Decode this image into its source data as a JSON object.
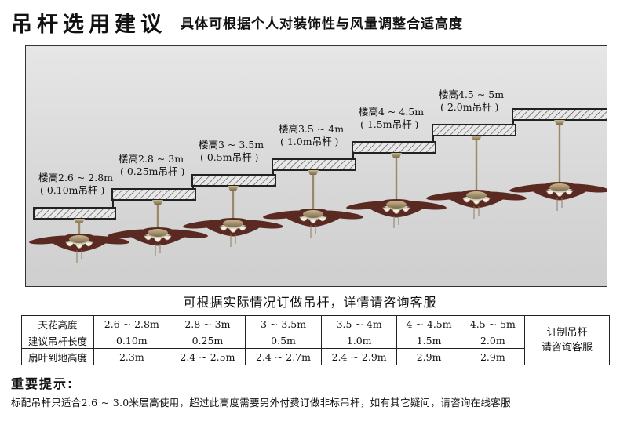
{
  "header": {
    "title": "吊杆选用建议",
    "subtitle": "具体可根据个人对装饰性与风量调整合适高度"
  },
  "steps": [
    {
      "floor": "楼高2.6 ~ 2.8m",
      "rod": "( 0.10m吊杆 )"
    },
    {
      "floor": "楼高2.8 ~ 3m",
      "rod": "( 0.25m吊杆 )"
    },
    {
      "floor": "楼高3 ~ 3.5m",
      "rod": "( 0.5m吊杆 )"
    },
    {
      "floor": "楼高3.5 ~ 4m",
      "rod": "( 1.0m吊杆 )"
    },
    {
      "floor": "楼高4 ~ 4.5m",
      "rod": "( 1.5m吊杆 )"
    },
    {
      "floor": "楼高4.5 ~ 5m",
      "rod": "( 2.0m吊杆 )"
    }
  ],
  "mid_text": "可根据实际情况订做吊杆，详情请咨询客服",
  "table": {
    "rows": [
      {
        "label": "天花高度",
        "cells": [
          "2.6 ~ 2.8m",
          "2.8 ~ 3m",
          "3 ~ 3.5m",
          "3.5 ~ 4m",
          "4 ~ 4.5m",
          "4.5 ~ 5m"
        ]
      },
      {
        "label": "建议吊杆长度",
        "cells": [
          "0.10m",
          "0.25m",
          "0.5m",
          "1.0m",
          "1.5m",
          "2.0m"
        ]
      },
      {
        "label": "扇叶到地高度",
        "cells": [
          "2.3m",
          "2.4 ~ 2.5m",
          "2.4 ~ 2.7m",
          "2.4 ~ 2.9m",
          "2.9m",
          "2.9m"
        ]
      }
    ],
    "note_line1": "订制吊杆",
    "note_line2": "请咨询客服"
  },
  "tip": {
    "heading": "重要提示:",
    "body": "标配吊杆只适合2.6 ~ 3.0米层高使用，超过此高度需要另外付费订做非标吊杆，如有其它疑问，请咨询在线客服"
  },
  "colors": {
    "ceiling_hatch": "#555555",
    "rod": "#9a8868",
    "blade": "#5a2a22",
    "lamp": "#f4efe4"
  }
}
